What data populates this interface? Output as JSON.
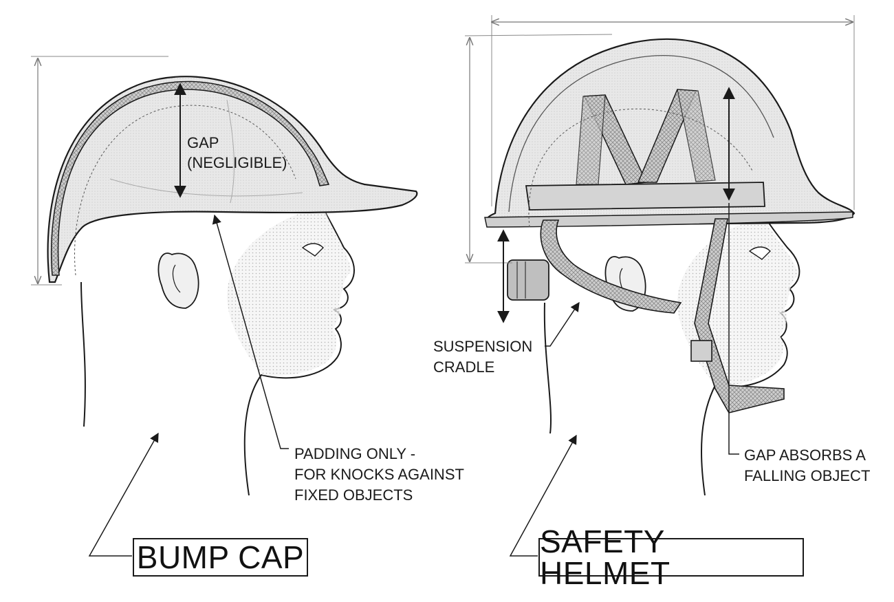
{
  "diagram": {
    "left_panel": {
      "title": "BUMP CAP",
      "gap_label_line1": "GAP",
      "gap_label_line2": "(NEGLIGIBLE)",
      "padding_label_line1": "PADDING ONLY -",
      "padding_label_line2": "FOR KNOCKS AGAINST",
      "padding_label_line3": "FIXED OBJECTS"
    },
    "right_panel": {
      "title": "SAFETY HELMET",
      "suspension_label_line1": "SUSPENSION",
      "suspension_label_line2": "CRADLE",
      "gap_label_line1": "GAP ABSORBS A",
      "gap_label_line2": "FALLING OBJECT"
    }
  },
  "colors": {
    "ink": "#1a1a1a",
    "shell_fill": "#e6e6e6",
    "padding_fill": "#9a9a9a",
    "strap_fill": "#c8c8c8",
    "skin_shade": "#ececec"
  }
}
